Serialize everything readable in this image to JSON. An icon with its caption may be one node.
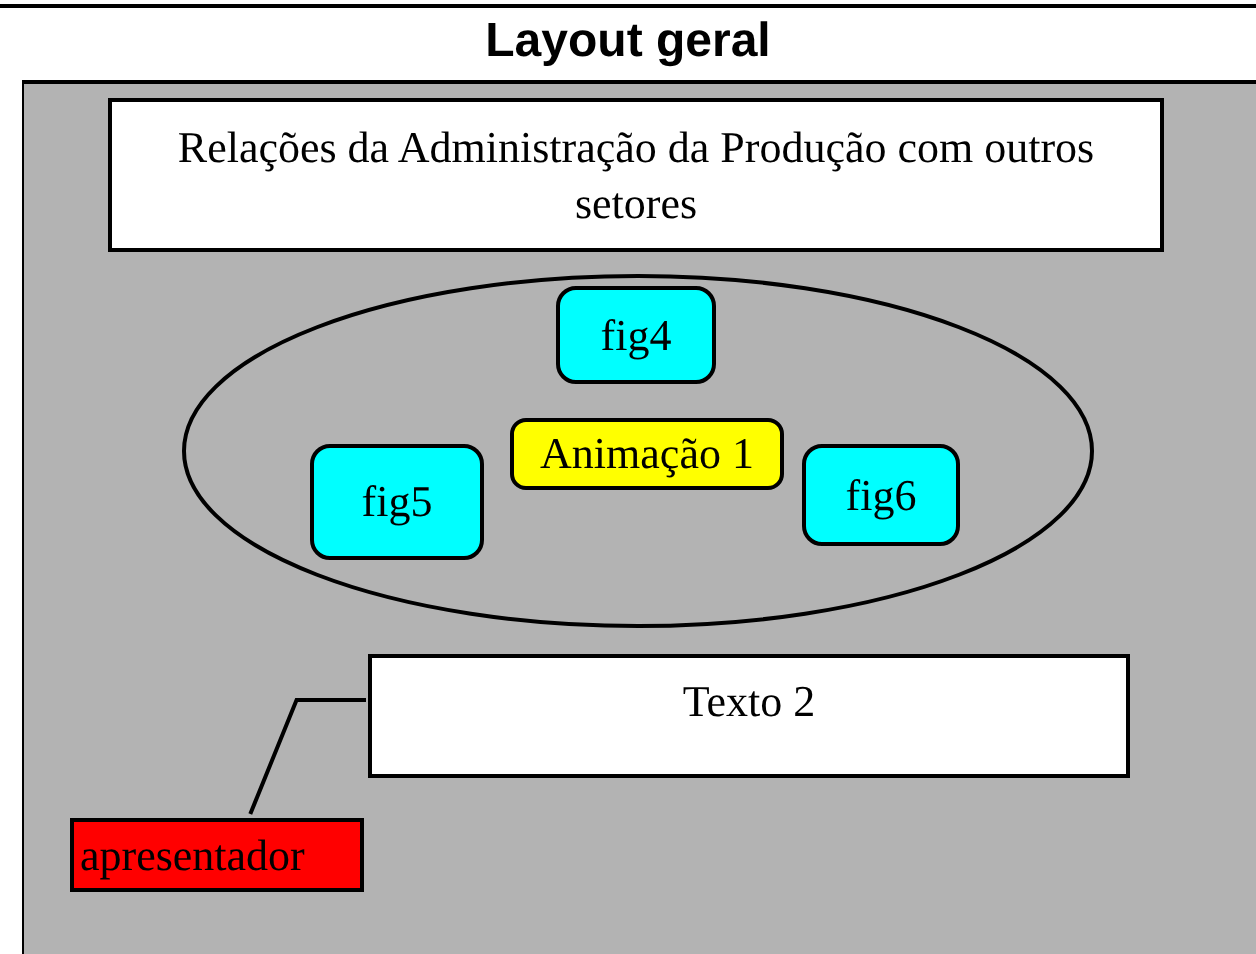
{
  "diagram": {
    "title": "Layout geral",
    "nodes": [
      {
        "text": [
          "Relações da Administração da Produção com outros setores"
        ]
      },
      {
        "text": [],
        "shape": "ellipse"
      },
      {
        "text": [
          "fig4"
        ],
        "in": 1
      },
      {
        "text": [
          "Animação 1"
        ],
        "in": 1
      },
      {
        "text": [
          "fig5"
        ],
        "in": 1
      },
      {
        "text": [
          "fig6"
        ],
        "in": 1
      },
      {
        "text": [
          "Texto 2"
        ]
      },
      {
        "text": [
          "apresentador"
        ]
      }
    ],
    "edges": [
      {
        "from": 7,
        "to": 6,
        "arrow": "none"
      }
    ]
  }
}
